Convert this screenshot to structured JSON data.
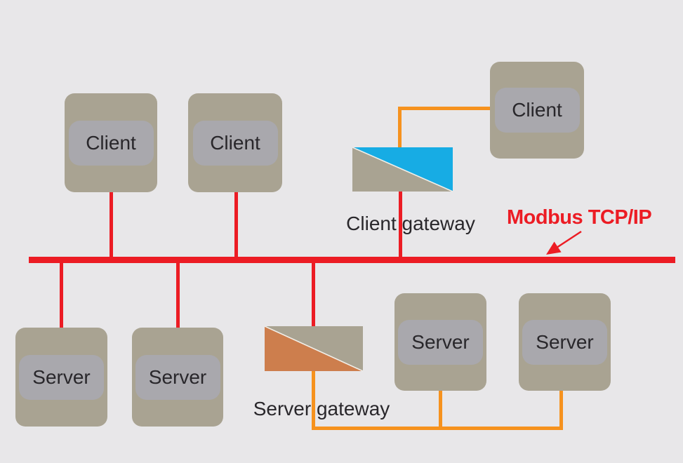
{
  "bus": {
    "label": "Modbus TCP/IP"
  },
  "nodes": [
    {
      "id": "client-1",
      "label": "Client"
    },
    {
      "id": "client-2",
      "label": "Client"
    },
    {
      "id": "client-3",
      "label": "Client"
    },
    {
      "id": "server-1",
      "label": "Server"
    },
    {
      "id": "server-2",
      "label": "Server"
    },
    {
      "id": "server-3",
      "label": "Server"
    },
    {
      "id": "server-4",
      "label": "Server"
    }
  ],
  "gateways": {
    "client": {
      "label": "Client gateway"
    },
    "server": {
      "label": "Server gateway"
    }
  },
  "colors": {
    "background": "#e8e7e9",
    "bus_red": "#ec1c24",
    "link_orange": "#f6921e",
    "client_gateway_blue": "#17ace4",
    "server_gateway_brown": "#cd7e4d",
    "device_tan": "#a9a392",
    "device_chip_gray": "#a9a8ad",
    "text_dark": "#29272b"
  }
}
